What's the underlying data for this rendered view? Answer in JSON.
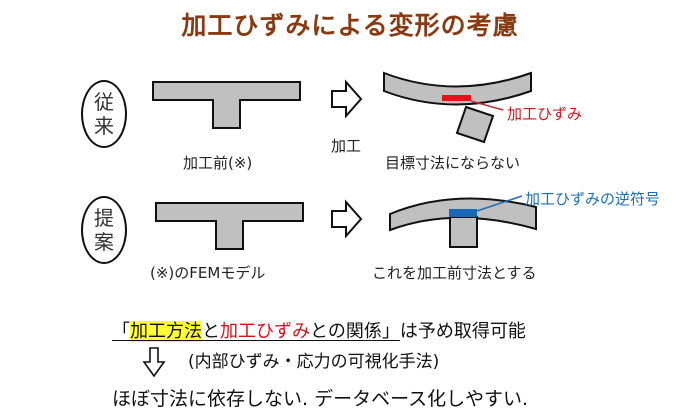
{
  "title": "加工ひずみによる変形の考慮",
  "rows": {
    "conventional": {
      "badge": [
        "従",
        "来"
      ],
      "before_label": "加工前(※)",
      "arrow_label": "加工",
      "after_label": "目標寸法にならない",
      "strain_label": "加工ひずみ"
    },
    "proposed": {
      "badge": [
        "提",
        "案"
      ],
      "before_label": "(※)のFEMモデル",
      "after_label": "これを加工前寸法とする",
      "strain_label": "加工ひずみの逆符号"
    }
  },
  "bottom": {
    "line1": {
      "open_bracket": "「",
      "method": "加工方法",
      "to1": "と",
      "strain": "加工ひずみ",
      "rest_underlined": "との関係",
      "close_bracket": "」",
      "tail": "は予め取得可能"
    },
    "line2": "(内部ひずみ・応力の可視化手法)",
    "line3": "ほぼ寸法に依存しない. データベース化しやすい."
  },
  "colors": {
    "title": "#8a3a12",
    "strain_red": "#d0141c",
    "strain_blue": "#1c6fb5",
    "highlight": "#ffff33",
    "shape_fill": "#c0c0c0"
  }
}
